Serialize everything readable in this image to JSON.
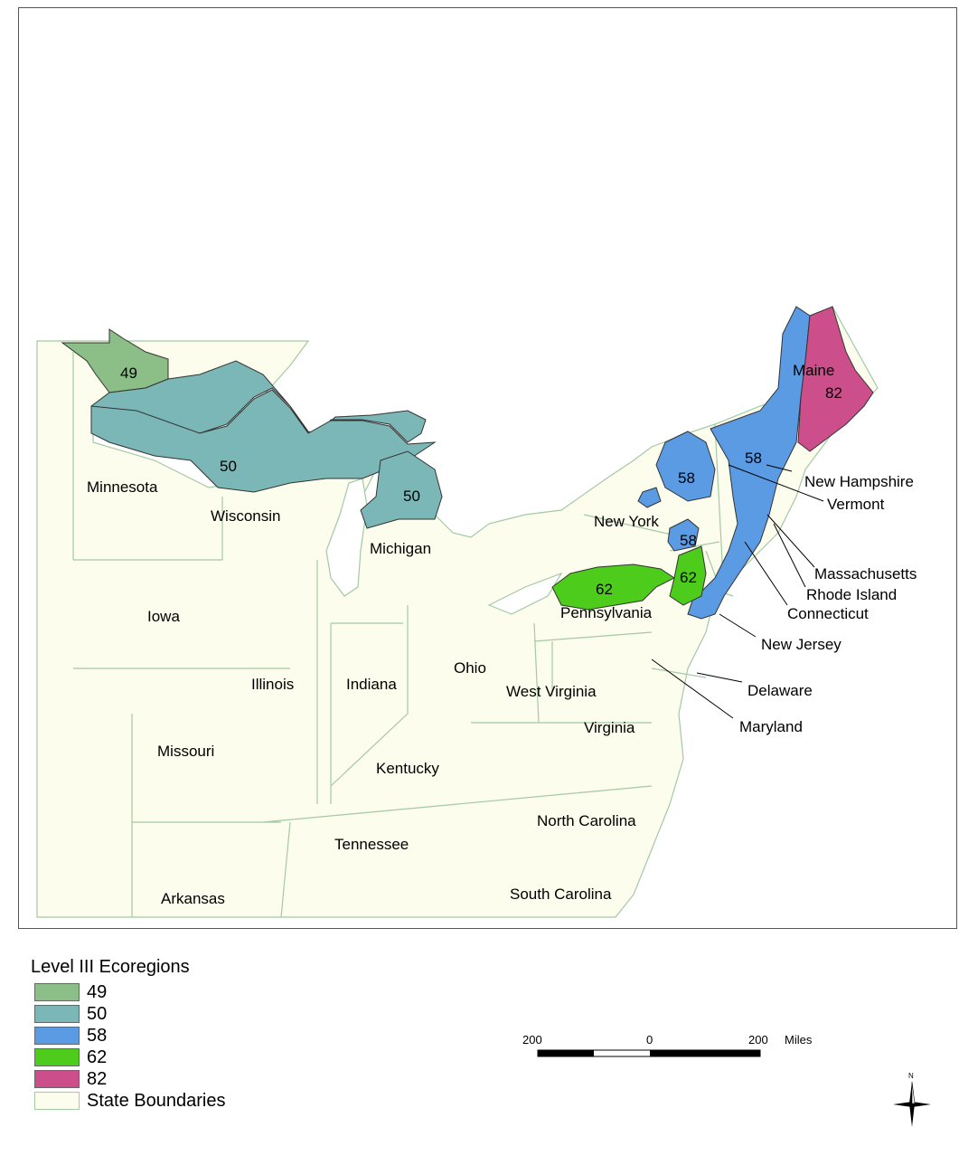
{
  "map": {
    "states": [
      {
        "id": "minnesota",
        "label": "Minnesota"
      },
      {
        "id": "wisconsin",
        "label": "Wisconsin"
      },
      {
        "id": "michigan",
        "label": "Michigan"
      },
      {
        "id": "iowa",
        "label": "Iowa"
      },
      {
        "id": "illinois",
        "label": "Illinois"
      },
      {
        "id": "indiana",
        "label": "Indiana"
      },
      {
        "id": "ohio",
        "label": "Ohio"
      },
      {
        "id": "missouri",
        "label": "Missouri"
      },
      {
        "id": "kentucky",
        "label": "Kentucky"
      },
      {
        "id": "west-virginia",
        "label": "West Virginia"
      },
      {
        "id": "virginia",
        "label": "Virginia"
      },
      {
        "id": "tennessee",
        "label": "Tennessee"
      },
      {
        "id": "north-carolina",
        "label": "North Carolina"
      },
      {
        "id": "south-carolina",
        "label": "South Carolina"
      },
      {
        "id": "arkansas",
        "label": "Arkansas"
      },
      {
        "id": "pennsylvania",
        "label": "Pennsylvania"
      },
      {
        "id": "new-york",
        "label": "New York"
      },
      {
        "id": "maine",
        "label": "Maine"
      },
      {
        "id": "new-hampshire",
        "label": "New Hampshire"
      },
      {
        "id": "vermont",
        "label": "Vermont"
      },
      {
        "id": "massachusetts",
        "label": "Massachusetts"
      },
      {
        "id": "rhode-island",
        "label": "Rhode Island"
      },
      {
        "id": "connecticut",
        "label": "Connecticut"
      },
      {
        "id": "new-jersey",
        "label": "New Jersey"
      },
      {
        "id": "delaware",
        "label": "Delaware"
      },
      {
        "id": "maryland",
        "label": "Maryland"
      }
    ],
    "ecoregion_labels": [
      {
        "id": "49",
        "label": "49"
      },
      {
        "id": "50a",
        "label": "50"
      },
      {
        "id": "50b",
        "label": "50"
      },
      {
        "id": "58a",
        "label": "58"
      },
      {
        "id": "58b",
        "label": "58"
      },
      {
        "id": "58c",
        "label": "58"
      },
      {
        "id": "62a",
        "label": "62"
      },
      {
        "id": "62b",
        "label": "62"
      },
      {
        "id": "82",
        "label": "82"
      }
    ]
  },
  "legend": {
    "title": "Level III Ecoregions",
    "items": [
      {
        "label": "49",
        "color": "#8cbf88"
      },
      {
        "label": "50",
        "color": "#7bb7b6"
      },
      {
        "label": "58",
        "color": "#5a9be3"
      },
      {
        "label": "62",
        "color": "#4dcc1c"
      },
      {
        "label": "82",
        "color": "#cc4f8c"
      },
      {
        "label": "State Boundaries",
        "color": "#fdfded"
      }
    ]
  },
  "scale_bar": {
    "left": "200",
    "center": "0",
    "right": "200",
    "unit": "Miles"
  },
  "north_arrow": {
    "letter": "N",
    "icon": "north-arrow-icon"
  },
  "colors": {
    "state_fill": "#fdfded",
    "state_line": "#a3c9a5",
    "border": "#555555"
  }
}
